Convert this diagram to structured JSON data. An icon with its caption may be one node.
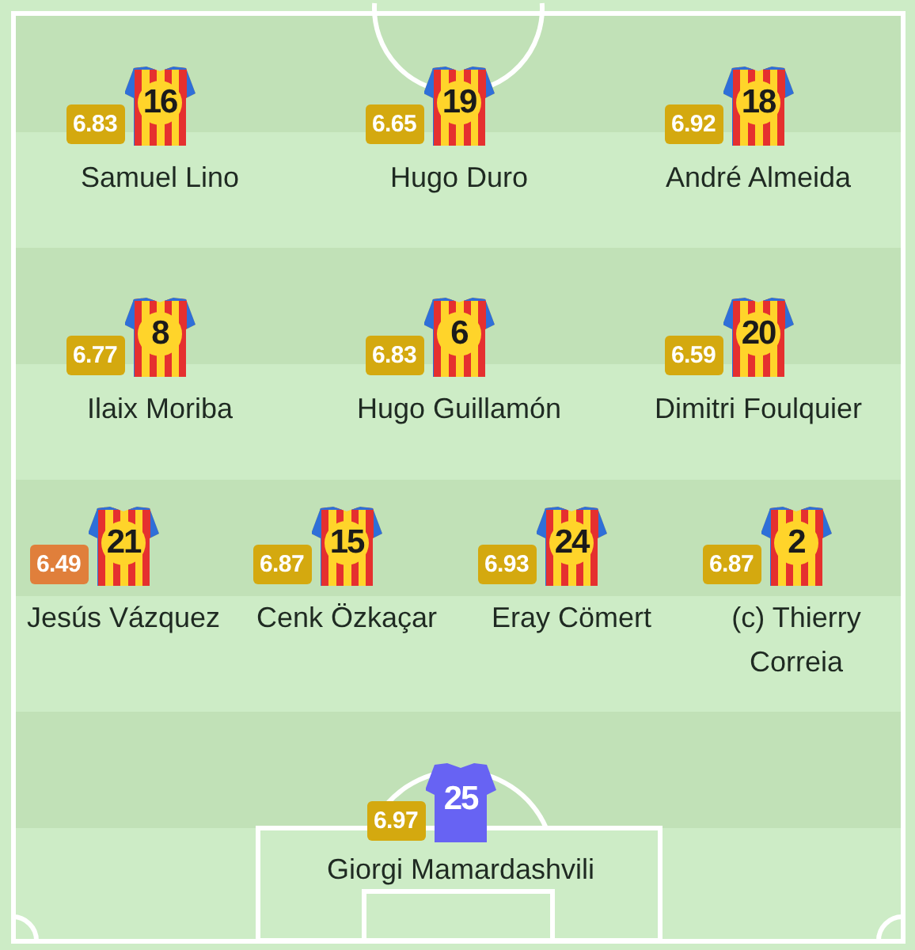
{
  "diagram": {
    "nodes": [
      {
        "text": [
          "6.83"
        ]
      },
      {
        "text": [
          "16"
        ],
        "beside": [
          "Samuel Lino"
        ]
      },
      {
        "text": [
          "6.65"
        ]
      },
      {
        "text": [
          "19"
        ],
        "beside": [
          "Hugo Duro"
        ]
      },
      {
        "text": [
          "6.92"
        ]
      },
      {
        "text": [
          "18"
        ],
        "beside": [
          "André Almeida"
        ]
      },
      {
        "text": [
          "6.77"
        ]
      },
      {
        "text": [
          "8"
        ],
        "beside": [
          "Ilaix Moriba"
        ]
      },
      {
        "text": [
          "6.83"
        ]
      },
      {
        "text": [
          "6"
        ],
        "beside": [
          "Hugo Guillamón"
        ]
      },
      {
        "text": [
          "6.59"
        ]
      },
      {
        "text": [
          "20"
        ],
        "beside": [
          "Dimitri Foulquier"
        ]
      },
      {
        "text": [
          "6.49"
        ]
      },
      {
        "text": [
          "21"
        ],
        "beside": [
          "Jesús Vázquez"
        ]
      },
      {
        "text": [
          "6.87"
        ]
      },
      {
        "text": [
          "15"
        ],
        "beside": [
          "Cenk Özkaçar"
        ]
      },
      {
        "text": [
          "6.93"
        ]
      },
      {
        "text": [
          "24"
        ],
        "beside": [
          "Eray Cömert"
        ]
      },
      {
        "text": [
          "6.87"
        ]
      },
      {
        "text": [
          "2"
        ],
        "beside": [
          "(c) Thierry Correia"
        ]
      },
      {
        "text": [
          "6.97"
        ]
      },
      {
        "text": [
          "25"
        ],
        "beside": [
          "Giorgi Mamardashvili"
        ]
      }
    ]
  }
}
